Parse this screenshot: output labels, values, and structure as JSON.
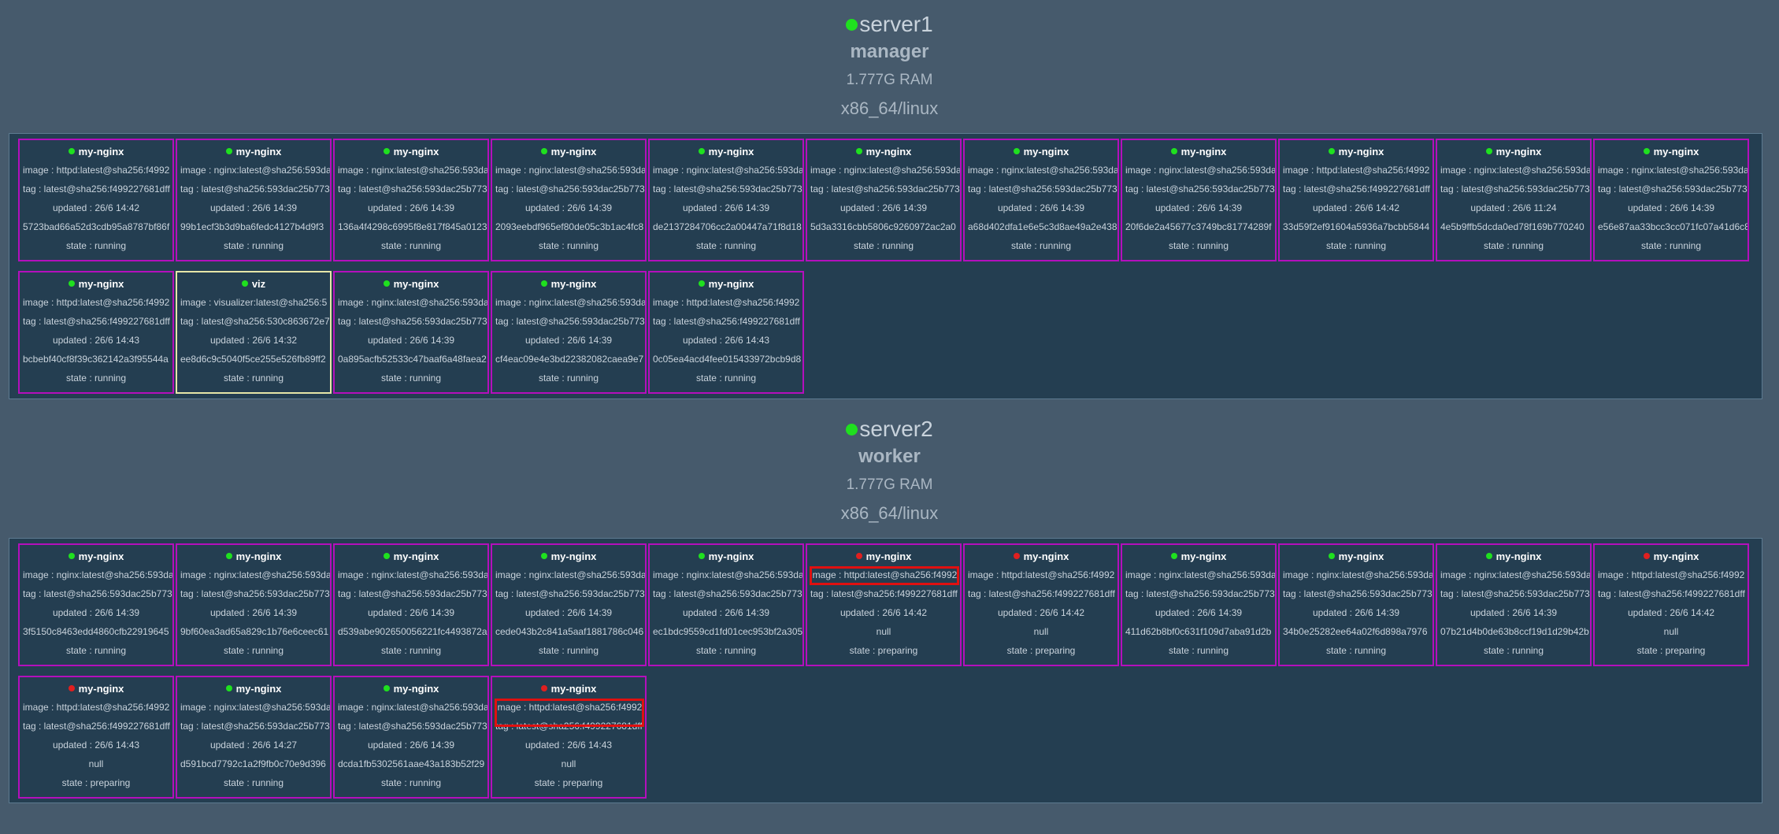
{
  "nodes": [
    {
      "name": "server1",
      "role": "manager",
      "ram": "1.777G RAM",
      "arch": "x86_64/linux",
      "status_color": "#1fe01f",
      "tasks": [
        {
          "name": "my-nginx",
          "status": "green",
          "image": "image : httpd:latest@sha256:f4992",
          "tag": "tag : latest@sha256:f499227681dff",
          "updated": "updated : 26/6 14:42",
          "id": "5723bad66a52d3cdb95a8787bf86f",
          "state": "state : running"
        },
        {
          "name": "my-nginx",
          "status": "green",
          "image": "image : nginx:latest@sha256:593da",
          "tag": "tag : latest@sha256:593dac25b773",
          "updated": "updated : 26/6 14:39",
          "id": "99b1ecf3b3d9ba6fedc4127b4d9f3",
          "state": "state : running"
        },
        {
          "name": "my-nginx",
          "status": "green",
          "image": "image : nginx:latest@sha256:593da",
          "tag": "tag : latest@sha256:593dac25b773",
          "updated": "updated : 26/6 14:39",
          "id": "136a4f4298c6995f8e817f845a0123",
          "state": "state : running"
        },
        {
          "name": "my-nginx",
          "status": "green",
          "image": "image : nginx:latest@sha256:593da",
          "tag": "tag : latest@sha256:593dac25b773",
          "updated": "updated : 26/6 14:39",
          "id": "2093eebdf965ef80de05c3b1ac4fc8",
          "state": "state : running"
        },
        {
          "name": "my-nginx",
          "status": "green",
          "image": "image : nginx:latest@sha256:593da",
          "tag": "tag : latest@sha256:593dac25b773",
          "updated": "updated : 26/6 14:39",
          "id": "de2137284706cc2a00447a71f8d18",
          "state": "state : running"
        },
        {
          "name": "my-nginx",
          "status": "green",
          "image": "image : nginx:latest@sha256:593da",
          "tag": "tag : latest@sha256:593dac25b773",
          "updated": "updated : 26/6 14:39",
          "id": "5d3a3316cbb5806c9260972ac2a0",
          "state": "state : running"
        },
        {
          "name": "my-nginx",
          "status": "green",
          "image": "image : nginx:latest@sha256:593da",
          "tag": "tag : latest@sha256:593dac25b773",
          "updated": "updated : 26/6 14:39",
          "id": "a68d402dfa1e6e5c3d8ae49a2e438",
          "state": "state : running"
        },
        {
          "name": "my-nginx",
          "status": "green",
          "image": "image : nginx:latest@sha256:593da",
          "tag": "tag : latest@sha256:593dac25b773",
          "updated": "updated : 26/6 14:39",
          "id": "20f6de2a45677c3749bc81774289f",
          "state": "state : running"
        },
        {
          "name": "my-nginx",
          "status": "green",
          "image": "image : httpd:latest@sha256:f4992",
          "tag": "tag : latest@sha256:f499227681dff",
          "updated": "updated : 26/6 14:42",
          "id": "33d59f2ef91604a5936a7bcbb5844",
          "state": "state : running"
        },
        {
          "name": "my-nginx",
          "status": "green",
          "image": "image : nginx:latest@sha256:593da",
          "tag": "tag : latest@sha256:593dac25b773",
          "updated": "updated : 26/6 11:24",
          "id": "4e5b9ffb5dcda0ed78f169b770240",
          "state": "state : running"
        },
        {
          "name": "my-nginx",
          "status": "green",
          "image": "image : nginx:latest@sha256:593da",
          "tag": "tag : latest@sha256:593dac25b773",
          "updated": "updated : 26/6 14:39",
          "id": "e56e87aa33bcc3cc071fc07a41d6c8",
          "state": "state : running"
        },
        {
          "name": "my-nginx",
          "status": "green",
          "image": "image : httpd:latest@sha256:f4992",
          "tag": "tag : latest@sha256:f499227681dff",
          "updated": "updated : 26/6 14:43",
          "id": "bcbebf40cf8f39c362142a3f95544a",
          "state": "state : running"
        },
        {
          "name": "viz",
          "status": "green",
          "selected": true,
          "image": "image : visualizer:latest@sha256:5",
          "tag": "tag : latest@sha256:530c863672e7",
          "updated": "updated : 26/6 14:32",
          "id": "ee8d6c9c5040f5ce255e526fb89ff2",
          "state": "state : running"
        },
        {
          "name": "my-nginx",
          "status": "green",
          "image": "image : nginx:latest@sha256:593da",
          "tag": "tag : latest@sha256:593dac25b773",
          "updated": "updated : 26/6 14:39",
          "id": "0a895acfb52533c47baaf6a48faea2",
          "state": "state : running"
        },
        {
          "name": "my-nginx",
          "status": "green",
          "image": "image : nginx:latest@sha256:593da",
          "tag": "tag : latest@sha256:593dac25b773",
          "updated": "updated : 26/6 14:39",
          "id": "cf4eac09e4e3bd22382082caea9e7",
          "state": "state : running"
        },
        {
          "name": "my-nginx",
          "status": "green",
          "image": "image : httpd:latest@sha256:f4992",
          "tag": "tag : latest@sha256:f499227681dff",
          "updated": "updated : 26/6 14:43",
          "id": "0c05ea4acd4fee015433972bcb9d8",
          "state": "state : running"
        }
      ]
    },
    {
      "name": "server2",
      "role": "worker",
      "ram": "1.777G RAM",
      "arch": "x86_64/linux",
      "status_color": "#1fe01f",
      "tasks": [
        {
          "name": "my-nginx",
          "status": "green",
          "image": "image : nginx:latest@sha256:593da",
          "tag": "tag : latest@sha256:593dac25b773",
          "updated": "updated : 26/6 14:39",
          "id": "3f5150c8463edd4860cfb22919645",
          "state": "state : running"
        },
        {
          "name": "my-nginx",
          "status": "green",
          "image": "image : nginx:latest@sha256:593da",
          "tag": "tag : latest@sha256:593dac25b773",
          "updated": "updated : 26/6 14:39",
          "id": "9bf60ea3ad65a829c1b76e6ceec61",
          "state": "state : running"
        },
        {
          "name": "my-nginx",
          "status": "green",
          "image": "image : nginx:latest@sha256:593da",
          "tag": "tag : latest@sha256:593dac25b773",
          "updated": "updated : 26/6 14:39",
          "id": "d539abe902650056221fc4493872a",
          "state": "state : running"
        },
        {
          "name": "my-nginx",
          "status": "green",
          "image": "image : nginx:latest@sha256:593da",
          "tag": "tag : latest@sha256:593dac25b773",
          "updated": "updated : 26/6 14:39",
          "id": "cede043b2c841a5aaf1881786c046",
          "state": "state : running"
        },
        {
          "name": "my-nginx",
          "status": "green",
          "image": "image : nginx:latest@sha256:593da",
          "tag": "tag : latest@sha256:593dac25b773",
          "updated": "updated : 26/6 14:39",
          "id": "ec1bdc9559cd1fd01cec953bf2a305",
          "state": "state : running"
        },
        {
          "name": "my-nginx",
          "status": "red",
          "highlight_image": true,
          "image": "image : httpd:latest@sha256:f4992",
          "tag": "tag : latest@sha256:f499227681dff",
          "updated": "updated : 26/6 14:42",
          "id": "null",
          "state": "state : preparing"
        },
        {
          "name": "my-nginx",
          "status": "red",
          "image": "image : httpd:latest@sha256:f4992",
          "tag": "tag : latest@sha256:f499227681dff",
          "updated": "updated : 26/6 14:42",
          "id": "null",
          "state": "state : preparing"
        },
        {
          "name": "my-nginx",
          "status": "green",
          "image": "image : nginx:latest@sha256:593da",
          "tag": "tag : latest@sha256:593dac25b773",
          "updated": "updated : 26/6 14:39",
          "id": "411d62b8bf0c631f109d7aba91d2b",
          "state": "state : running"
        },
        {
          "name": "my-nginx",
          "status": "green",
          "image": "image : nginx:latest@sha256:593da",
          "tag": "tag : latest@sha256:593dac25b773",
          "updated": "updated : 26/6 14:39",
          "id": "34b0e25282ee64a02f6d898a7976",
          "state": "state : running"
        },
        {
          "name": "my-nginx",
          "status": "green",
          "image": "image : nginx:latest@sha256:593da",
          "tag": "tag : latest@sha256:593dac25b773",
          "updated": "updated : 26/6 14:39",
          "id": "07b21d4b0de63b8ccf19d1d29b42b",
          "state": "state : running"
        },
        {
          "name": "my-nginx",
          "status": "red",
          "image": "image : httpd:latest@sha256:f4992",
          "tag": "tag : latest@sha256:f499227681dff",
          "updated": "updated : 26/6 14:42",
          "id": "null",
          "state": "state : preparing"
        },
        {
          "name": "my-nginx",
          "status": "red",
          "image": "image : httpd:latest@sha256:f4992",
          "tag": "tag : latest@sha256:f499227681dff",
          "updated": "updated : 26/6 14:43",
          "id": "null",
          "state": "state : preparing"
        },
        {
          "name": "my-nginx",
          "status": "green",
          "image": "image : nginx:latest@sha256:593da",
          "tag": "tag : latest@sha256:593dac25b773",
          "updated": "updated : 26/6 14:27",
          "id": "d591bcd7792c1a2f9fb0c70e9d396",
          "state": "state : running"
        },
        {
          "name": "my-nginx",
          "status": "green",
          "image": "image : nginx:latest@sha256:593da",
          "tag": "tag : latest@sha256:593dac25b773",
          "updated": "updated : 26/6 14:39",
          "id": "dcda1fb5302561aae43a183b52f29",
          "state": "state : running"
        },
        {
          "name": "my-nginx",
          "status": "red",
          "highlight_image": true,
          "image": "image : httpd:latest@sha256:f4992",
          "tag": "tag : latest@sha256:f499227681dff",
          "updated": "updated : 26/6 14:43",
          "id": "null",
          "state": "state : preparing"
        }
      ]
    }
  ]
}
